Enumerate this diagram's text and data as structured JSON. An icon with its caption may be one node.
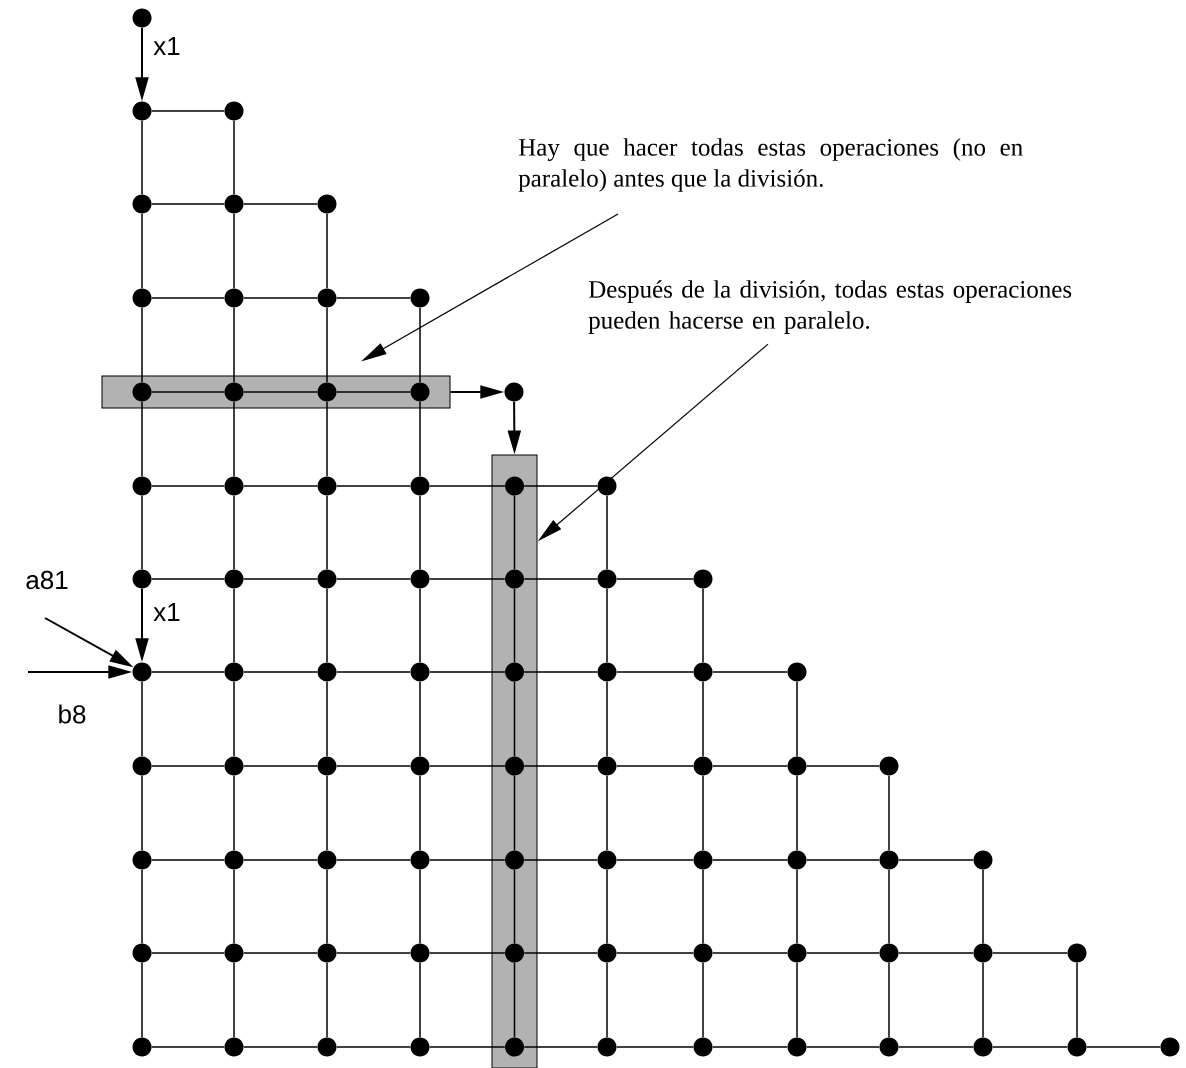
{
  "diagram": {
    "nodes": [
      {
        "text": [],
        "shape": "circle"
      },
      {
        "text": [],
        "shape": "circle"
      },
      {
        "text": [],
        "shape": "circle"
      },
      {
        "text": [
          "Hay que hacer todas estas operaciones (no en paralelo) antes que la división."
        ]
      },
      {
        "text": [],
        "shape": "circle"
      },
      {
        "text": [],
        "shape": "circle"
      },
      {
        "text": [],
        "shape": "circle"
      },
      {
        "text": [],
        "shape": "circle"
      },
      {
        "text": [],
        "shape": "circle"
      },
      {
        "text": [],
        "shape": "circle"
      },
      {
        "text": [],
        "shape": "circle"
      },
      {
        "text": [
          "Después de la división, todas estas operaciones pueden hacerse en paralelo."
        ]
      },
      {
        "text": [],
        "shape": "bar"
      },
      {
        "text": [],
        "shape": "circle",
        "in": 12
      },
      {
        "text": [],
        "shape": "circle",
        "in": 12
      },
      {
        "text": [],
        "shape": "circle",
        "in": 12
      },
      {
        "text": [],
        "shape": "circle",
        "in": 12
      },
      {
        "text": [],
        "shape": "circle"
      },
      {
        "text": [],
        "shape": "bar"
      },
      {
        "text": [],
        "shape": "circle"
      },
      {
        "text": [],
        "shape": "circle"
      },
      {
        "text": [],
        "shape": "circle"
      },
      {
        "text": [],
        "shape": "circle"
      },
      {
        "text": [],
        "shape": "circle",
        "in": 18
      },
      {
        "text": [],
        "shape": "circle"
      },
      {
        "text": [],
        "shape": "circle"
      },
      {
        "text": [],
        "shape": "circle"
      },
      {
        "text": [],
        "shape": "circle"
      },
      {
        "text": [],
        "shape": "circle"
      },
      {
        "text": [],
        "shape": "circle",
        "in": 18
      },
      {
        "text": [],
        "shape": "circle"
      },
      {
        "text": [],
        "shape": "circle"
      },
      {
        "text": [],
        "shape": "circle"
      },
      {
        "text": [],
        "shape": "circle"
      },
      {
        "text": [],
        "shape": "circle"
      },
      {
        "text": [],
        "shape": "circle"
      },
      {
        "text": [],
        "shape": "circle",
        "in": 18
      },
      {
        "text": [],
        "shape": "circle"
      },
      {
        "text": [],
        "shape": "circle"
      },
      {
        "text": [],
        "shape": "circle"
      },
      {
        "text": [],
        "shape": "circle"
      },
      {
        "text": [],
        "shape": "circle"
      },
      {
        "text": [],
        "shape": "circle"
      },
      {
        "text": [],
        "shape": "circle"
      },
      {
        "text": [],
        "shape": "circle",
        "in": 18
      },
      {
        "text": [],
        "shape": "circle"
      },
      {
        "text": [],
        "shape": "circle"
      },
      {
        "text": [],
        "shape": "circle"
      },
      {
        "text": [],
        "shape": "circle"
      },
      {
        "text": [],
        "shape": "circle"
      },
      {
        "text": [],
        "shape": "circle"
      },
      {
        "text": [],
        "shape": "circle"
      },
      {
        "text": [],
        "shape": "circle"
      },
      {
        "text": [],
        "shape": "circle",
        "in": 18
      },
      {
        "text": [],
        "shape": "circle"
      },
      {
        "text": [],
        "shape": "circle"
      },
      {
        "text": [],
        "shape": "circle"
      },
      {
        "text": [],
        "shape": "circle"
      },
      {
        "text": [],
        "shape": "circle"
      },
      {
        "text": [],
        "shape": "circle"
      },
      {
        "text": [],
        "shape": "circle"
      },
      {
        "text": [],
        "shape": "circle"
      },
      {
        "text": [],
        "shape": "circle"
      },
      {
        "text": [],
        "shape": "circle",
        "in": 18
      },
      {
        "text": [],
        "shape": "circle"
      },
      {
        "text": [],
        "shape": "circle"
      },
      {
        "text": [],
        "shape": "circle"
      },
      {
        "text": [],
        "shape": "circle"
      },
      {
        "text": [],
        "shape": "circle"
      },
      {
        "text": [],
        "shape": "circle"
      },
      {
        "text": [],
        "shape": "circle"
      },
      {
        "text": [],
        "shape": "circle"
      },
      {
        "text": [],
        "shape": "circle"
      },
      {
        "text": [],
        "shape": "circle"
      },
      {
        "text": [],
        "shape": "circle",
        "in": 18
      },
      {
        "text": [],
        "shape": "circle"
      },
      {
        "text": [],
        "shape": "circle"
      },
      {
        "text": [],
        "shape": "circle"
      },
      {
        "text": [],
        "shape": "circle"
      },
      {
        "text": [],
        "shape": "circle"
      },
      {
        "text": [],
        "shape": "circle"
      },
      {
        "text": [],
        "shape": "circle"
      }
    ],
    "edges": [
      {
        "from": 0,
        "to": 1,
        "arrow": "to",
        "label": "x1"
      },
      {
        "from": 25,
        "to": 32,
        "arrow": "to",
        "label": "x1"
      },
      {
        "from": null,
        "to": 32,
        "arrow": "to",
        "label": "a81"
      },
      {
        "from": null,
        "to": 32,
        "arrow": "to",
        "label": "b8"
      },
      {
        "from": 12,
        "to": 17,
        "arrow": "to"
      },
      {
        "from": 17,
        "to": 18,
        "arrow": "to"
      },
      {
        "from": 3,
        "to": 12,
        "arrow": "to"
      },
      {
        "from": 11,
        "to": 18,
        "arrow": "to"
      },
      {
        "from": 1,
        "to": 4,
        "arrow": "none"
      },
      {
        "from": 4,
        "to": 7,
        "arrow": "none"
      },
      {
        "from": 7,
        "to": 13,
        "arrow": "none"
      },
      {
        "from": 13,
        "to": 19,
        "arrow": "none"
      },
      {
        "from": 19,
        "to": 25,
        "arrow": "none"
      },
      {
        "from": 32,
        "to": 40,
        "arrow": "none"
      },
      {
        "from": 40,
        "to": 49,
        "arrow": "none"
      },
      {
        "from": 49,
        "to": 59,
        "arrow": "none"
      },
      {
        "from": 59,
        "to": 70,
        "arrow": "none"
      },
      {
        "from": 2,
        "to": 5,
        "arrow": "none"
      },
      {
        "from": 5,
        "to": 8,
        "arrow": "none"
      },
      {
        "from": 8,
        "to": 14,
        "arrow": "none"
      },
      {
        "from": 14,
        "to": 20,
        "arrow": "none"
      },
      {
        "from": 20,
        "to": 26,
        "arrow": "none"
      },
      {
        "from": 26,
        "to": 33,
        "arrow": "none"
      },
      {
        "from": 33,
        "to": 41,
        "arrow": "none"
      },
      {
        "from": 41,
        "to": 50,
        "arrow": "none"
      },
      {
        "from": 50,
        "to": 60,
        "arrow": "none"
      },
      {
        "from": 60,
        "to": 71,
        "arrow": "none"
      },
      {
        "from": 6,
        "to": 9,
        "arrow": "none"
      },
      {
        "from": 9,
        "to": 15,
        "arrow": "none"
      },
      {
        "from": 15,
        "to": 21,
        "arrow": "none"
      },
      {
        "from": 21,
        "to": 27,
        "arrow": "none"
      },
      {
        "from": 27,
        "to": 34,
        "arrow": "none"
      },
      {
        "from": 34,
        "to": 42,
        "arrow": "none"
      },
      {
        "from": 42,
        "to": 51,
        "arrow": "none"
      },
      {
        "from": 51,
        "to": 61,
        "arrow": "none"
      },
      {
        "from": 61,
        "to": 72,
        "arrow": "none"
      },
      {
        "from": 10,
        "to": 16,
        "arrow": "none"
      },
      {
        "from": 16,
        "to": 22,
        "arrow": "none"
      },
      {
        "from": 22,
        "to": 28,
        "arrow": "none"
      },
      {
        "from": 28,
        "to": 35,
        "arrow": "none"
      },
      {
        "from": 35,
        "to": 43,
        "arrow": "none"
      },
      {
        "from": 43,
        "to": 52,
        "arrow": "none"
      },
      {
        "from": 52,
        "to": 62,
        "arrow": "none"
      },
      {
        "from": 62,
        "to": 73,
        "arrow": "none"
      },
      {
        "from": 23,
        "to": 29,
        "arrow": "none"
      },
      {
        "from": 29,
        "to": 36,
        "arrow": "none"
      },
      {
        "from": 36,
        "to": 44,
        "arrow": "none"
      },
      {
        "from": 44,
        "to": 53,
        "arrow": "none"
      },
      {
        "from": 53,
        "to": 63,
        "arrow": "none"
      },
      {
        "from": 63,
        "to": 74,
        "arrow": "none"
      },
      {
        "from": 24,
        "to": 30,
        "arrow": "none"
      },
      {
        "from": 30,
        "to": 37,
        "arrow": "none"
      },
      {
        "from": 37,
        "to": 45,
        "arrow": "none"
      },
      {
        "from": 45,
        "to": 54,
        "arrow": "none"
      },
      {
        "from": 54,
        "to": 64,
        "arrow": "none"
      },
      {
        "from": 64,
        "to": 75,
        "arrow": "none"
      },
      {
        "from": 31,
        "to": 38,
        "arrow": "none"
      },
      {
        "from": 38,
        "to": 46,
        "arrow": "none"
      },
      {
        "from": 46,
        "to": 55,
        "arrow": "none"
      },
      {
        "from": 55,
        "to": 65,
        "arrow": "none"
      },
      {
        "from": 65,
        "to": 76,
        "arrow": "none"
      },
      {
        "from": 39,
        "to": 47,
        "arrow": "none"
      },
      {
        "from": 47,
        "to": 56,
        "arrow": "none"
      },
      {
        "from": 56,
        "to": 66,
        "arrow": "none"
      },
      {
        "from": 66,
        "to": 77,
        "arrow": "none"
      },
      {
        "from": 48,
        "to": 57,
        "arrow": "none"
      },
      {
        "from": 57,
        "to": 67,
        "arrow": "none"
      },
      {
        "from": 67,
        "to": 78,
        "arrow": "none"
      },
      {
        "from": 58,
        "to": 68,
        "arrow": "none"
      },
      {
        "from": 68,
        "to": 79,
        "arrow": "none"
      },
      {
        "from": 69,
        "to": 80,
        "arrow": "none"
      },
      {
        "from": 1,
        "to": 2,
        "arrow": "none"
      },
      {
        "from": 4,
        "to": 5,
        "arrow": "none"
      },
      {
        "from": 5,
        "to": 6,
        "arrow": "none"
      },
      {
        "from": 7,
        "to": 8,
        "arrow": "none"
      },
      {
        "from": 8,
        "to": 9,
        "arrow": "none"
      },
      {
        "from": 9,
        "to": 10,
        "arrow": "none"
      },
      {
        "from": 13,
        "to": 14,
        "arrow": "none"
      },
      {
        "from": 14,
        "to": 15,
        "arrow": "none"
      },
      {
        "from": 15,
        "to": 16,
        "arrow": "none"
      },
      {
        "from": 19,
        "to": 20,
        "arrow": "none"
      },
      {
        "from": 20,
        "to": 21,
        "arrow": "none"
      },
      {
        "from": 21,
        "to": 22,
        "arrow": "none"
      },
      {
        "from": 22,
        "to": 23,
        "arrow": "none"
      },
      {
        "from": 23,
        "to": 24,
        "arrow": "none"
      },
      {
        "from": 25,
        "to": 26,
        "arrow": "none"
      },
      {
        "from": 26,
        "to": 27,
        "arrow": "none"
      },
      {
        "from": 27,
        "to": 28,
        "arrow": "none"
      },
      {
        "from": 28,
        "to": 29,
        "arrow": "none"
      },
      {
        "from": 29,
        "to": 30,
        "arrow": "none"
      },
      {
        "from": 30,
        "to": 31,
        "arrow": "none"
      },
      {
        "from": 32,
        "to": 33,
        "arrow": "none"
      },
      {
        "from": 33,
        "to": 34,
        "arrow": "none"
      },
      {
        "from": 34,
        "to": 35,
        "arrow": "none"
      },
      {
        "from": 35,
        "to": 36,
        "arrow": "none"
      },
      {
        "from": 36,
        "to": 37,
        "arrow": "none"
      },
      {
        "from": 37,
        "to": 38,
        "arrow": "none"
      },
      {
        "from": 38,
        "to": 39,
        "arrow": "none"
      },
      {
        "from": 40,
        "to": 41,
        "arrow": "none"
      },
      {
        "from": 41,
        "to": 42,
        "arrow": "none"
      },
      {
        "from": 42,
        "to": 43,
        "arrow": "none"
      },
      {
        "from": 43,
        "to": 44,
        "arrow": "none"
      },
      {
        "from": 44,
        "to": 45,
        "arrow": "none"
      },
      {
        "from": 45,
        "to": 46,
        "arrow": "none"
      },
      {
        "from": 46,
        "to": 47,
        "arrow": "none"
      },
      {
        "from": 47,
        "to": 48,
        "arrow": "none"
      },
      {
        "from": 49,
        "to": 50,
        "arrow": "none"
      },
      {
        "from": 50,
        "to": 51,
        "arrow": "none"
      },
      {
        "from": 51,
        "to": 52,
        "arrow": "none"
      },
      {
        "from": 52,
        "to": 53,
        "arrow": "none"
      },
      {
        "from": 53,
        "to": 54,
        "arrow": "none"
      },
      {
        "from": 54,
        "to": 55,
        "arrow": "none"
      },
      {
        "from": 55,
        "to": 56,
        "arrow": "none"
      },
      {
        "from": 56,
        "to": 57,
        "arrow": "none"
      },
      {
        "from": 57,
        "to": 58,
        "arrow": "none"
      },
      {
        "from": 59,
        "to": 60,
        "arrow": "none"
      },
      {
        "from": 60,
        "to": 61,
        "arrow": "none"
      },
      {
        "from": 61,
        "to": 62,
        "arrow": "none"
      },
      {
        "from": 62,
        "to": 63,
        "arrow": "none"
      },
      {
        "from": 63,
        "to": 64,
        "arrow": "none"
      },
      {
        "from": 64,
        "to": 65,
        "arrow": "none"
      },
      {
        "from": 65,
        "to": 66,
        "arrow": "none"
      },
      {
        "from": 66,
        "to": 67,
        "arrow": "none"
      },
      {
        "from": 67,
        "to": 68,
        "arrow": "none"
      },
      {
        "from": 68,
        "to": 69,
        "arrow": "none"
      },
      {
        "from": 70,
        "to": 71,
        "arrow": "none"
      },
      {
        "from": 71,
        "to": 72,
        "arrow": "none"
      },
      {
        "from": 72,
        "to": 73,
        "arrow": "none"
      },
      {
        "from": 73,
        "to": 74,
        "arrow": "none"
      },
      {
        "from": 74,
        "to": 75,
        "arrow": "none"
      },
      {
        "from": 75,
        "to": 76,
        "arrow": "none"
      },
      {
        "from": 76,
        "to": 77,
        "arrow": "none"
      },
      {
        "from": 77,
        "to": 78,
        "arrow": "none"
      },
      {
        "from": 78,
        "to": 79,
        "arrow": "none"
      },
      {
        "from": 79,
        "to": 80,
        "arrow": "none"
      },
      {
        "from": 80,
        "to": 81,
        "arrow": "none"
      }
    ]
  }
}
